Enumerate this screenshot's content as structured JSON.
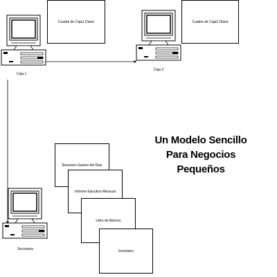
{
  "computers": [
    {
      "name": "Caja 1"
    },
    {
      "name": "Caja 2"
    },
    {
      "name": "Secretaria"
    }
  ],
  "reports": {
    "caja1_daily": "Cuadre de Caja1 Diario",
    "caja2_daily": "Cuadre de Caja2 Diario"
  },
  "documents": [
    "Resumen Gastos del Dias",
    "Informe Ejecutivo Mensual",
    "Libro de Bancos",
    "Inventario"
  ],
  "title": {
    "line1": "Un Modelo Sencillo",
    "line2": "Para Negocios",
    "line3": "Pequeños"
  }
}
